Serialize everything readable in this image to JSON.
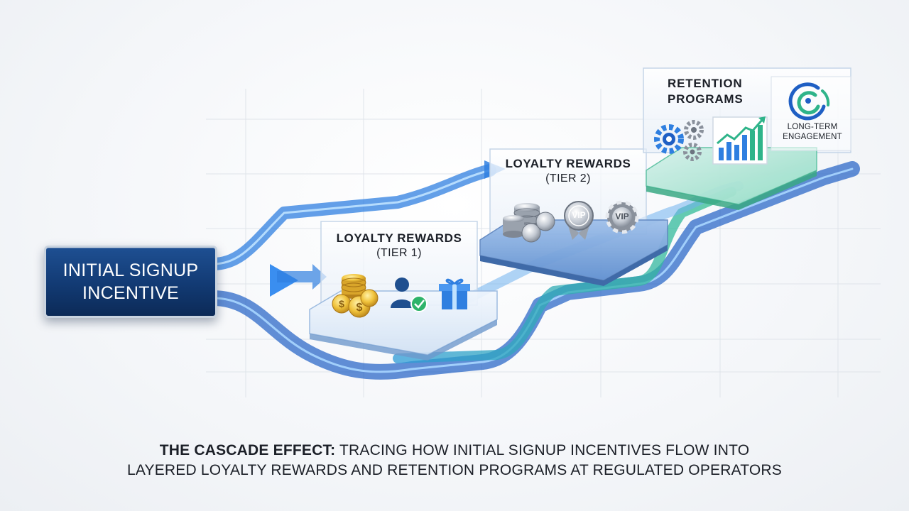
{
  "start": {
    "line1": "INITIAL SIGNUP",
    "line2": "INCENTIVE"
  },
  "tier1": {
    "title": "LOYALTY REWARDS",
    "subtitle": "(TIER 1)"
  },
  "tier2": {
    "title": "LOYALTY REWARDS",
    "subtitle": "(TIER 2)"
  },
  "retention": {
    "title_line1": "RETENTION",
    "title_line2": "PROGRAMS",
    "badge_line1": "LONG-TERM",
    "badge_line2": "ENGAGEMENT"
  },
  "vip_badges": [
    "VIP",
    "VIP"
  ],
  "caption": {
    "bold": "THE CASCADE EFFECT:",
    "rest": " TRACING HOW INITIAL SIGNUP INCENTIVES FLOW INTO",
    "line2": "LAYERED LOYALTY REWARDS AND RETENTION PROGRAMS AT REGULATED OPERATORS"
  },
  "icons": [
    "gold-coins-icon",
    "user-check-icon",
    "gift-icon",
    "silver-coins-icon",
    "vip-medal-icon",
    "vip-chip-icon",
    "gears-icon",
    "growth-chart-icon",
    "engagement-logo-icon"
  ],
  "colors": {
    "navy": "#123a73",
    "blue_flow": "#2f7fe0",
    "teal_flow": "#2fb48a",
    "gold": "#e8b323",
    "silver": "#b8bec8"
  }
}
